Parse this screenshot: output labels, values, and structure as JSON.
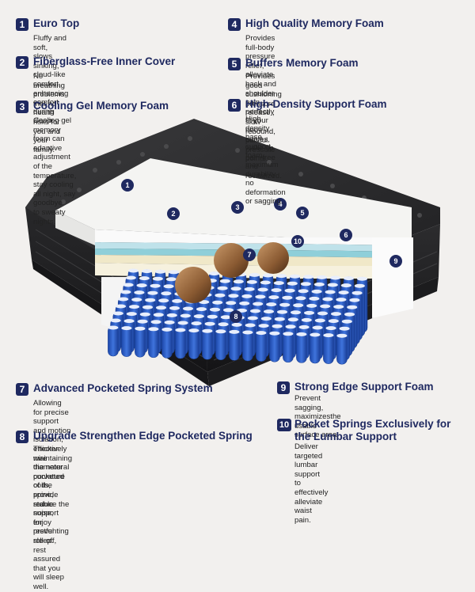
{
  "features": [
    {
      "number": "1",
      "title": "Euro Top",
      "lines": [
        "Fluffy and soft, slows sinking, cloud-like comfort,",
        "enhancing comfort during sleep."
      ]
    },
    {
      "number": "2",
      "title": "Fiberglass-Free Inner Cover",
      "lines": [
        "No breathing problems that no health risks for",
        "you and your family."
      ]
    },
    {
      "number": "3",
      "title": "Cooling Gel Memory Foam",
      "lines": [
        "Cooling gel memory foam can adaptive",
        "adjustment of the temperature,",
        "stay cooling all night, say goodbye",
        "to sweaty nights."
      ]
    },
    {
      "number": "4",
      "title": "High Quality Memory Foam",
      "lines": [
        "Provides full-body pressure relief, alleviate back and",
        "shoulder pain, perfectly fit your body curves, wake up",
        "pain-free and revitalized."
      ]
    },
    {
      "number": "5",
      "title": "Buffers Memory Foam",
      "lines": [
        "Provides good cushioning pressure release ,",
        "slow rebound, painful pressure points."
      ]
    },
    {
      "number": "6",
      "title": "High-Density Support Foam",
      "lines": [
        "High density base support foam,",
        "maximum durability, no deformation or sagging."
      ]
    },
    {
      "number": "7",
      "title": "Advanced Pocketed Spring System",
      "lines": [
        "Allowing for precise support and motion isolation,",
        "effectively maintaining the natural curvature of the spine,",
        "reduce the noise, enjoy restful sleep."
      ]
    },
    {
      "number": "8",
      "title": "Upgrade Strengthen Edge Pocketed Spring",
      "lines": [
        "Thicker wire diameter pocketed coils, provide stable support for",
        "preventing roll-off, rest assured that you will sleep well."
      ]
    },
    {
      "number": "9",
      "title": "Strong Edge Support Foam",
      "lines": [
        "Prevent sagging, maximizesthe usable",
        "surface area."
      ]
    },
    {
      "number": "10",
      "title": "Pocket Springs Exclusively for",
      "title2": "the Lumbar Support",
      "lines": [
        "Deliver targeted lumbar support to effectively",
        "alleviate waist pain."
      ]
    }
  ],
  "markers": [
    "1",
    "2",
    "3",
    "4",
    "5",
    "6",
    "7",
    "8",
    "9",
    "10"
  ],
  "colors": {
    "badge": "#1f2960",
    "title": "#1f2960",
    "background": "#f2f0ee",
    "spring": "#2b5fc4"
  }
}
